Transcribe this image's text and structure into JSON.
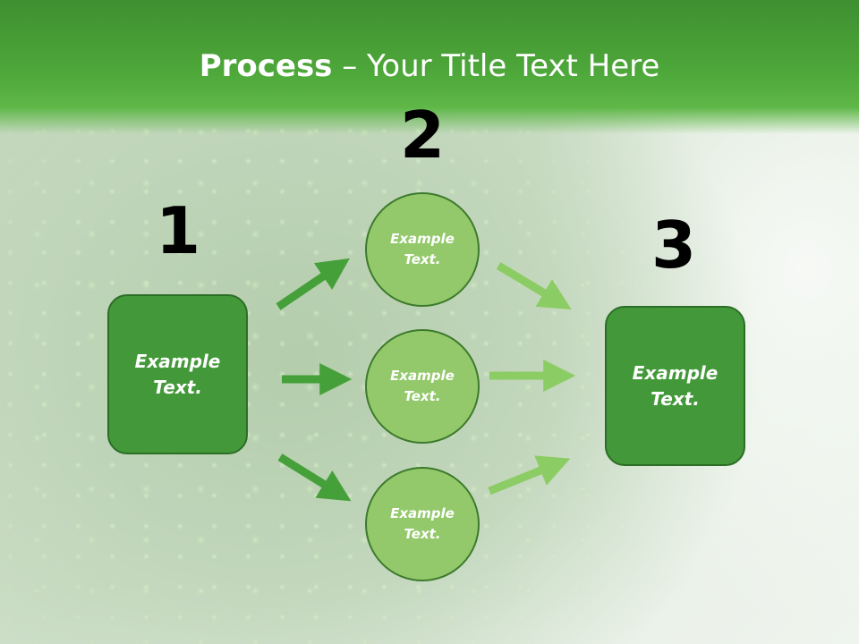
{
  "slide": {
    "title_bold": "Process",
    "title_rest": " – Your Title Text Here",
    "step_numbers": [
      "1",
      "2",
      "3"
    ],
    "left_box": {
      "label": "Example\nText."
    },
    "circles": [
      {
        "label": "Example\nText."
      },
      {
        "label": "Example\nText."
      },
      {
        "label": "Example\nText."
      }
    ],
    "right_box": {
      "label": "Example\nText."
    }
  },
  "colors": {
    "header_green": "#4ea83a",
    "box_green": "#43993a",
    "circle_green": "#93c96b",
    "arrow_dark": "#45a03a",
    "arrow_light": "#8ccc64"
  }
}
